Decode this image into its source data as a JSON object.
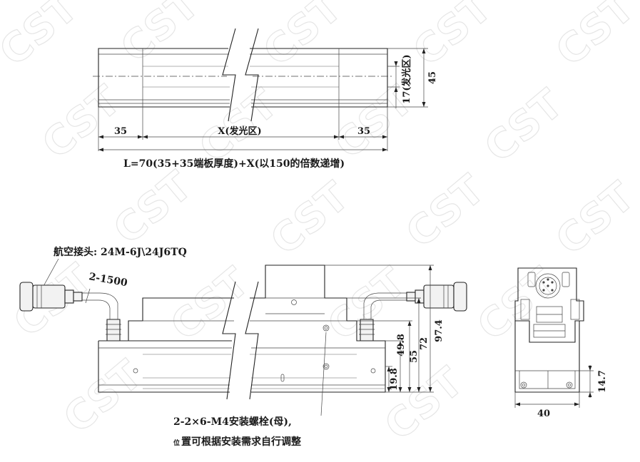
{
  "watermark": "CST",
  "top_view": {
    "dim_left": "35",
    "dim_center": "X(发光区)",
    "dim_right": "35",
    "dim_emit": "17(发光区)",
    "dim_height": "45",
    "formula": "L=70(35+35端板厚度)+X(以150的倍数递增)"
  },
  "side_view": {
    "connector_label": "航空接头: 24M-6J\\24J6TQ",
    "cable_label": "2-1500",
    "dim_19_8": "19.8",
    "dim_49_8": "49.8",
    "dim_55": "55",
    "dim_72": "72",
    "dim_97_4": "97.4",
    "bolt_note_1": "2-2×6-M4安装螺栓(母),",
    "bolt_note_2_small": "位",
    "bolt_note_2": "置可根据安装需求自行调整"
  },
  "end_view": {
    "dim_width": "40",
    "dim_height": "14.7"
  }
}
